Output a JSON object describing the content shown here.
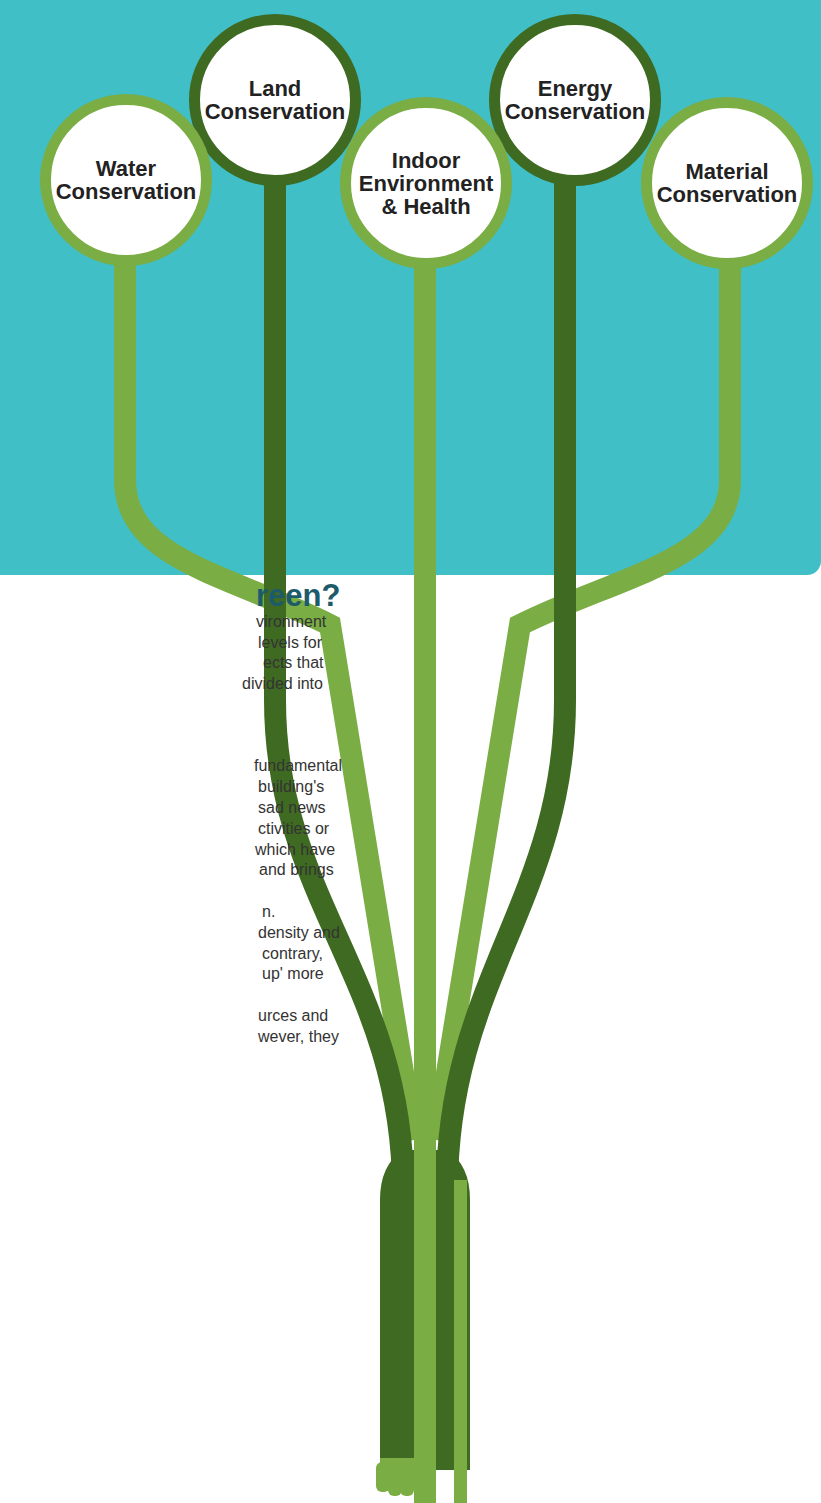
{
  "diagram": {
    "title": "reen?",
    "nodes": [
      {
        "text": [
          "Land Conservation"
        ]
      },
      {
        "text": [
          "Energy Conservation"
        ]
      },
      {
        "text": [
          "Water Conservation"
        ]
      },
      {
        "text": [
          "Indoor Environment & Health"
        ]
      },
      {
        "text": [
          "Material Conservation"
        ]
      }
    ],
    "labels": [
      "vironment",
      "levels for",
      "ects that",
      "divided into",
      "fundamental",
      "building's",
      "sad news",
      "ctivities or",
      "which have",
      "and brings",
      "n.",
      "density and",
      "contrary,",
      "up' more",
      "urces and",
      "wever, they"
    ]
  }
}
